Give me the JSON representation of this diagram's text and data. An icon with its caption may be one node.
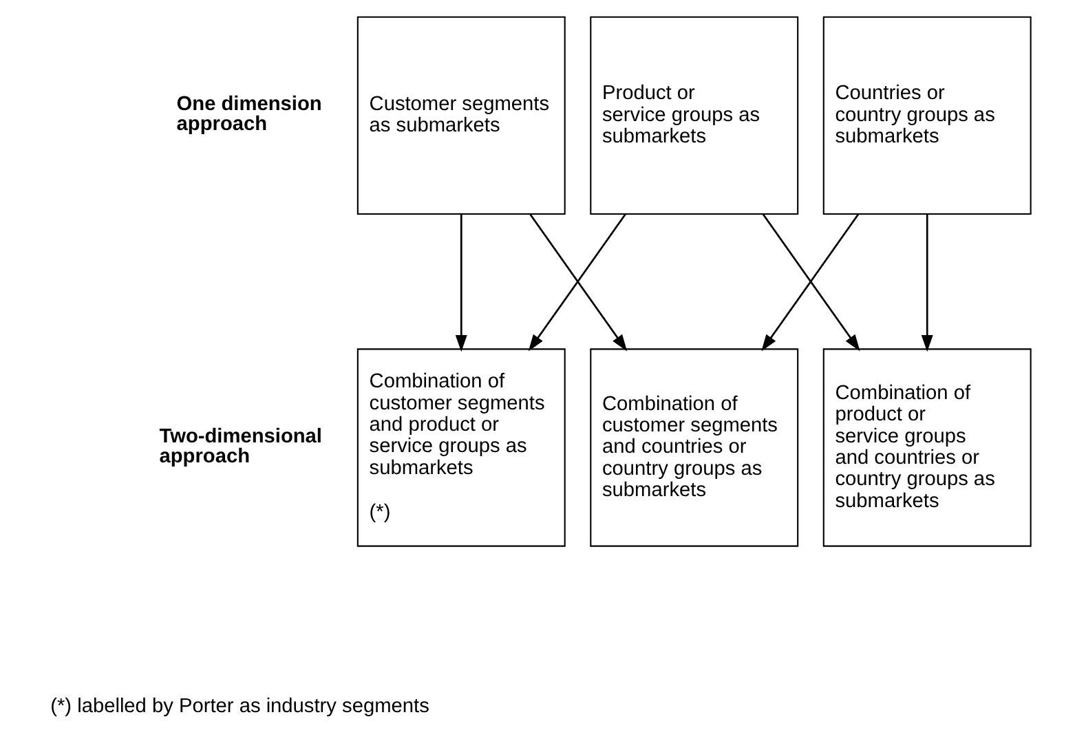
{
  "diagram": {
    "nodes": [
      {
        "text": [
          "Customer segments as submarkets"
        ]
      },
      {
        "text": [
          "Product or service groups as submarkets"
        ]
      },
      {
        "text": [
          "Countries or country groups as submarkets"
        ]
      },
      {
        "text": [
          "Combination of customer segments and product or service groups as submarkets",
          "(*)"
        ]
      },
      {
        "text": [
          "Combination of customer segments and countries or country groups as submarkets"
        ]
      },
      {
        "text": [
          "Combination of product or service groups and countries or country groups as submarkets"
        ]
      }
    ],
    "edges": [
      {
        "from": 0,
        "to": 3,
        "arrow": "to"
      },
      {
        "from": 0,
        "to": 4,
        "arrow": "to"
      },
      {
        "from": 1,
        "to": 3,
        "arrow": "to"
      },
      {
        "from": 1,
        "to": 5,
        "arrow": "to"
      },
      {
        "from": 2,
        "to": 4,
        "arrow": "to"
      },
      {
        "from": 2,
        "to": 5,
        "arrow": "to"
      }
    ],
    "labels": [
      "One dimension approach",
      "Two-dimensional approach",
      "(*) labelled by Porter as industry segments"
    ]
  }
}
